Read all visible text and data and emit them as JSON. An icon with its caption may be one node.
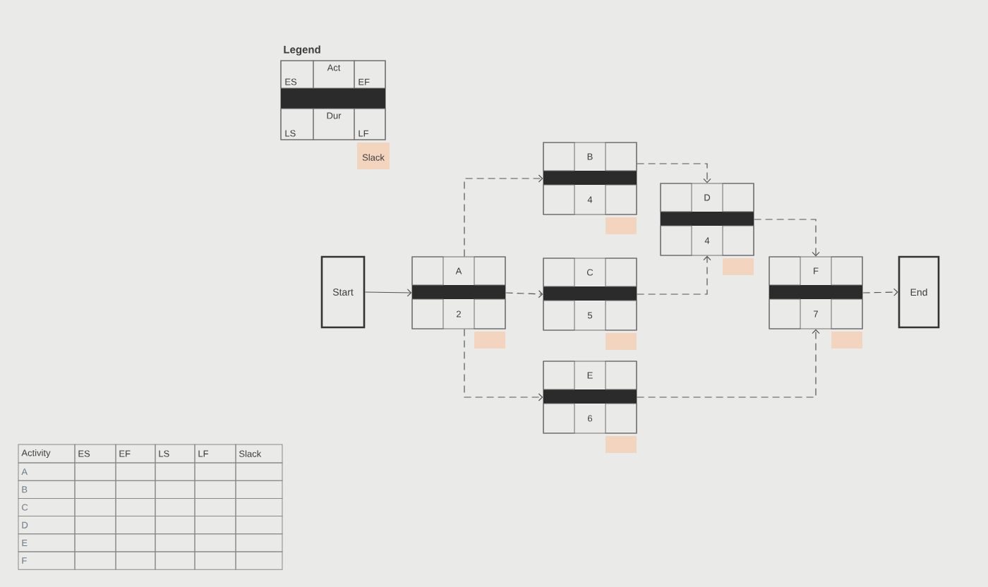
{
  "diagram": {
    "nodes": [
      {
        "text": [
          "Legend",
          "ES",
          "Act",
          "EF",
          "LS",
          "Dur",
          "LF",
          "Slack"
        ]
      },
      {
        "text": [
          "Start"
        ]
      },
      {
        "text": [
          "A",
          "2"
        ]
      },
      {
        "text": [
          "B",
          "4"
        ]
      },
      {
        "text": [
          "C",
          "5"
        ]
      },
      {
        "text": [
          "E",
          "6"
        ]
      },
      {
        "text": [
          "D",
          "4"
        ]
      },
      {
        "text": [
          "F",
          "7"
        ]
      },
      {
        "text": [
          "End"
        ]
      }
    ],
    "edges": [
      {
        "from": 1,
        "to": 2,
        "arrow": "to"
      },
      {
        "from": 2,
        "to": 3,
        "arrow": "to",
        "style": "dashed"
      },
      {
        "from": 2,
        "to": 4,
        "arrow": "to",
        "style": "dashed"
      },
      {
        "from": 2,
        "to": 5,
        "arrow": "to",
        "style": "dashed"
      },
      {
        "from": 3,
        "to": 6,
        "arrow": "to",
        "style": "dashed"
      },
      {
        "from": 4,
        "to": 6,
        "arrow": "to",
        "style": "dashed"
      },
      {
        "from": 6,
        "to": 7,
        "arrow": "to",
        "style": "dashed"
      },
      {
        "from": 5,
        "to": 7,
        "arrow": "to",
        "style": "dashed"
      },
      {
        "from": 7,
        "to": 8,
        "arrow": "to",
        "style": "dashed"
      }
    ],
    "labels": [
      "Activity",
      "ES",
      "EF",
      "LS",
      "LF",
      "Slack",
      "A",
      "B",
      "C",
      "D",
      "E",
      "F"
    ]
  }
}
